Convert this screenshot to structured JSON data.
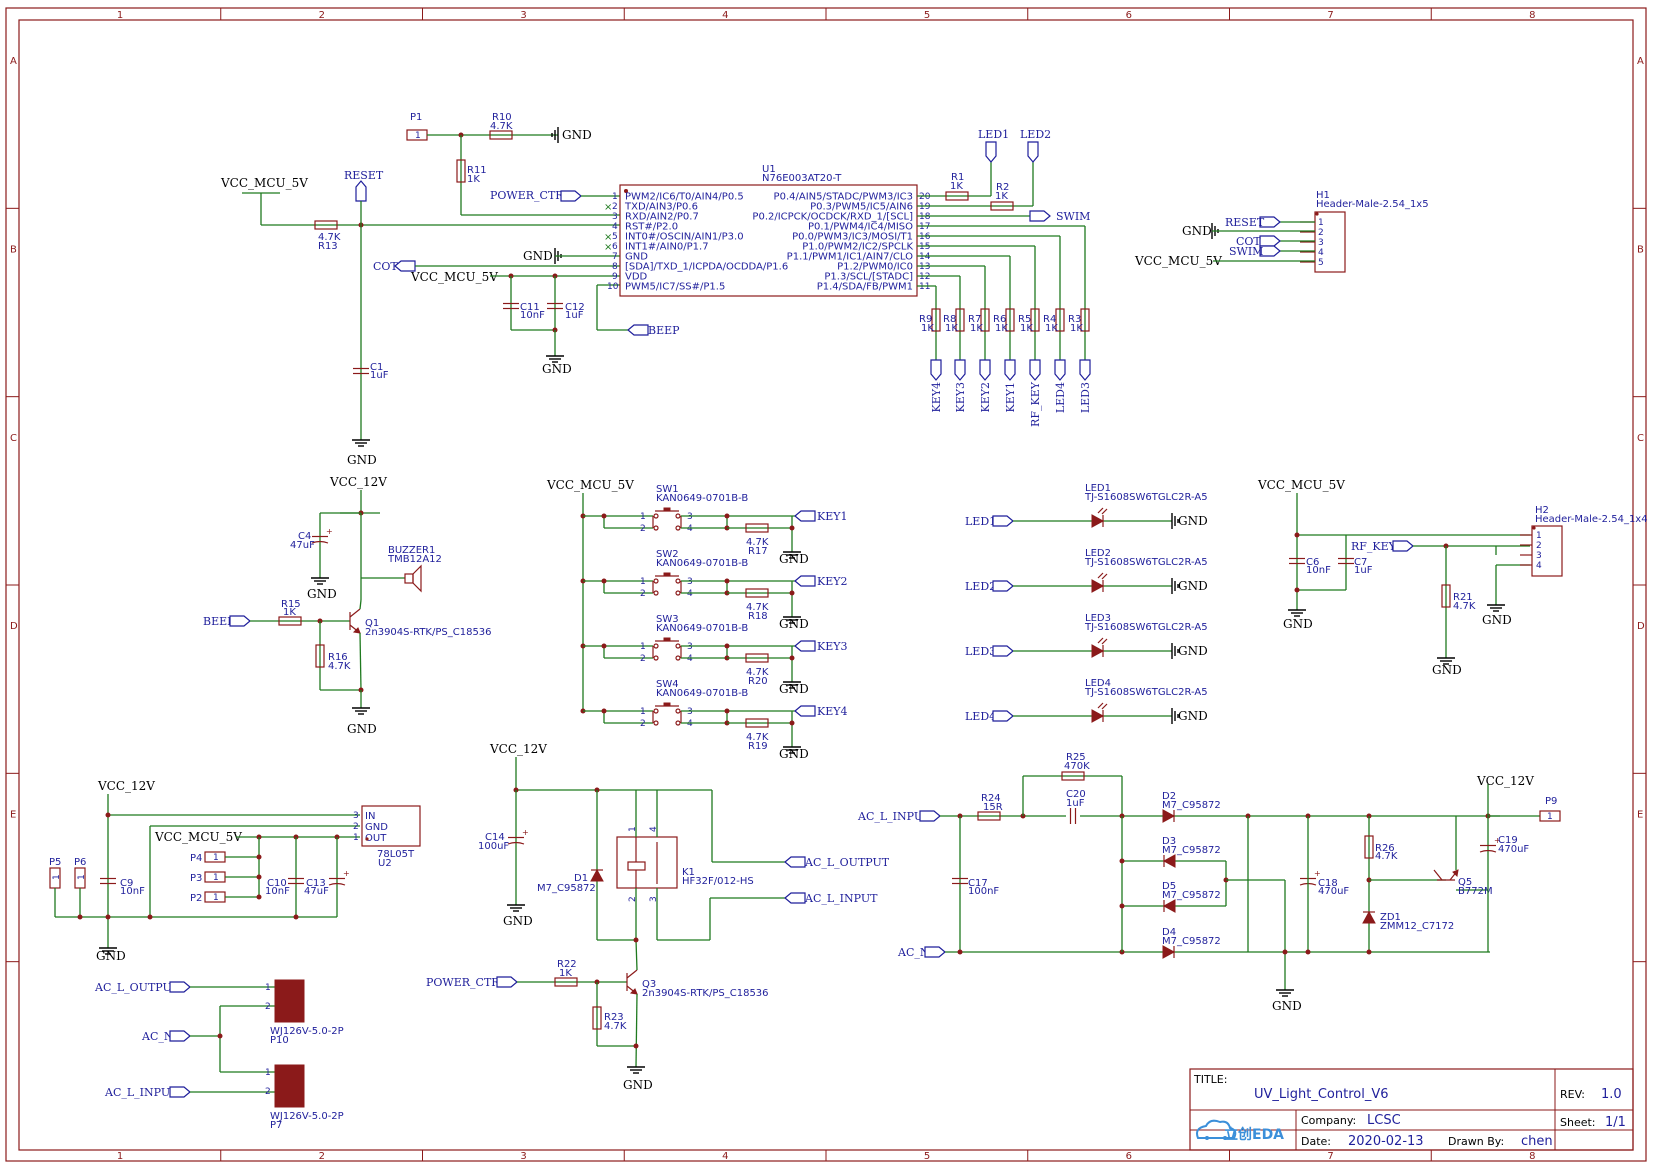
{
  "drawing": {
    "frame_columns": [
      "1",
      "2",
      "3",
      "4",
      "5",
      "6",
      "7",
      "8"
    ],
    "frame_rows": [
      "A",
      "B",
      "C",
      "D",
      "E"
    ]
  },
  "nets": {
    "vcc5": "VCC_MCU_5V",
    "vcc12": "VCC_12V",
    "gnd": "GND",
    "reset": "RESET",
    "power_ctrl": "POWER_CTRL",
    "cot": "COT",
    "beep": "BEEP",
    "swim": "SWIM",
    "led1": "LED1",
    "led2": "LED2",
    "led3": "LED3",
    "led4": "LED4",
    "key1": "KEY1",
    "key2": "KEY2",
    "key3": "KEY3",
    "key4": "KEY4",
    "rf_key": "RF_KEY",
    "ac_l_output": "AC_L_OUTPUT",
    "ac_l_input": "AC_L_INPUT",
    "ac_n": "AC_N"
  },
  "mcu": {
    "ref": "U1",
    "part": "N76E003AT20-T",
    "left_pins": [
      {
        "num": "1",
        "name": "PWM2/IC6/T0/AIN4/P0.5"
      },
      {
        "num": "2",
        "name": "TXD/AIN3/P0.6"
      },
      {
        "num": "3",
        "name": "RXD/AIN2/P0.7"
      },
      {
        "num": "4",
        "name": "RST#/P2.0"
      },
      {
        "num": "5",
        "name": "INT0#/OSCIN/AIN1/P3.0"
      },
      {
        "num": "6",
        "name": "INT1#/AIN0/P1.7"
      },
      {
        "num": "7",
        "name": "GND"
      },
      {
        "num": "8",
        "name": "[SDA]/TXD_1/ICPDA/OCDDA/P1.6"
      },
      {
        "num": "9",
        "name": "VDD"
      },
      {
        "num": "10",
        "name": "PWM5/IC7/SS#/P1.5"
      }
    ],
    "right_pins": [
      {
        "num": "20",
        "name": "P0.4/AIN5/STADC/PWM3/IC3"
      },
      {
        "num": "19",
        "name": "P0.3/PWM5/IC5/AIN6"
      },
      {
        "num": "18",
        "name": "P0.2/ICPCK/OCDCK/RXD_1/[SCL]"
      },
      {
        "num": "17",
        "name": "P0.1/PWM4/IC4/MISO"
      },
      {
        "num": "16",
        "name": "P0.0/PWM3/IC3/MOSI/T1"
      },
      {
        "num": "15",
        "name": "P1.0/PWM2/IC2/SPCLK"
      },
      {
        "num": "14",
        "name": "P1.1/PWM1/IC1/AIN7/CLO"
      },
      {
        "num": "13",
        "name": "P1.2/PWM0/IC0"
      },
      {
        "num": "12",
        "name": "P1.3/SCL/[STADC]"
      },
      {
        "num": "11",
        "name": "P1.4/SDA/FB/PWM1"
      }
    ]
  },
  "mcu_section": {
    "p1": {
      "ref": "P1",
      "pin": "1"
    },
    "r10": {
      "ref": "R10",
      "val": "4.7K"
    },
    "r11": {
      "ref": "R11",
      "val": "1K"
    },
    "r13": {
      "ref": "R13",
      "val": "4.7K"
    },
    "c1": {
      "ref": "C1",
      "val": "1uF"
    },
    "c11": {
      "ref": "C11",
      "val": "10nF"
    },
    "c12": {
      "ref": "C12",
      "val": "1uF"
    },
    "r1": {
      "ref": "R1",
      "val": "1K"
    },
    "r2": {
      "ref": "R2",
      "val": "1K"
    },
    "pulls": [
      {
        "ref": "R9",
        "val": "1K",
        "net": "KEY4"
      },
      {
        "ref": "R8",
        "val": "1K",
        "net": "KEY3"
      },
      {
        "ref": "R7",
        "val": "1K",
        "net": "KEY2"
      },
      {
        "ref": "R6",
        "val": "1K",
        "net": "KEY1"
      },
      {
        "ref": "R5",
        "val": "1K",
        "net": "RF_KEY"
      },
      {
        "ref": "R4",
        "val": "1K",
        "net": "LED4"
      },
      {
        "ref": "R3",
        "val": "1K",
        "net": "LED3"
      }
    ]
  },
  "h1": {
    "ref": "H1",
    "part": "Header-Male-2.54_1x5",
    "pins": [
      "1",
      "2",
      "3",
      "4",
      "5"
    ]
  },
  "h2": {
    "ref": "H2",
    "part": "Header-Male-2.54_1x4",
    "pins": [
      "1",
      "2",
      "3",
      "4"
    ],
    "c6": {
      "ref": "C6",
      "val": "10nF"
    },
    "c7": {
      "ref": "C7",
      "val": "1uF"
    },
    "r21": {
      "ref": "R21",
      "val": "4.7K"
    }
  },
  "buzzer": {
    "c4": {
      "ref": "C4",
      "val": "47uF"
    },
    "bz": {
      "ref": "BUZZER1",
      "part": "TMB12A12"
    },
    "r15": {
      "ref": "R15",
      "val": "1K"
    },
    "r16": {
      "ref": "R16",
      "val": "4.7K"
    },
    "q1": {
      "ref": "Q1",
      "part": "2n3904S-RTK/PS_C18536"
    }
  },
  "switches": [
    {
      "ref": "SW1",
      "part": "KAN0649-0701B-B",
      "r_ref": "R17",
      "r_val": "4.7K",
      "net": "KEY1"
    },
    {
      "ref": "SW2",
      "part": "KAN0649-0701B-B",
      "r_ref": "R18",
      "r_val": "4.7K",
      "net": "KEY2"
    },
    {
      "ref": "SW3",
      "part": "KAN0649-0701B-B",
      "r_ref": "R20",
      "r_val": "4.7K",
      "net": "KEY3"
    },
    {
      "ref": "SW4",
      "part": "KAN0649-0701B-B",
      "r_ref": "R19",
      "r_val": "4.7K",
      "net": "KEY4"
    }
  ],
  "sw_pins": [
    "1",
    "2",
    "3",
    "4"
  ],
  "leds": [
    {
      "ref": "LED1",
      "part": "TJ-S1608SW6TGLC2R-A5",
      "net": "LED1"
    },
    {
      "ref": "LED2",
      "part": "TJ-S1608SW6TGLC2R-A5",
      "net": "LED2"
    },
    {
      "ref": "LED3",
      "part": "TJ-S1608SW6TGLC2R-A5",
      "net": "LED3"
    },
    {
      "ref": "LED4",
      "part": "TJ-S1608SW6TGLC2R-A5",
      "net": "LED4"
    }
  ],
  "regulator": {
    "ref": "U2",
    "part": "78L05T",
    "pins": [
      {
        "num": "3",
        "name": "IN"
      },
      {
        "num": "2",
        "name": "GND"
      },
      {
        "num": "1",
        "name": "OUT"
      }
    ],
    "c9": {
      "ref": "C9",
      "val": "10nF"
    },
    "c10": {
      "ref": "C10",
      "val": "10nF"
    },
    "c13": {
      "ref": "C13",
      "val": "47uF"
    },
    "p5": "P5",
    "p6": "P6",
    "p4": "P4",
    "p3": "P3",
    "p2": "P2",
    "pin1": "1"
  },
  "relay": {
    "c14": {
      "ref": "C14",
      "val": "100uF"
    },
    "d1": {
      "ref": "D1",
      "part": "M7_C95872"
    },
    "k1": {
      "ref": "K1",
      "part": "HF32F/012-HS"
    },
    "pins": [
      "1",
      "4",
      "2",
      "3"
    ],
    "r22": {
      "ref": "R22",
      "val": "1K"
    },
    "r23": {
      "ref": "R23",
      "val": "4.7K"
    },
    "q3": {
      "ref": "Q3",
      "part": "2n3904S-RTK/PS_C18536"
    }
  },
  "terminals": [
    {
      "ref": "P10",
      "part": "WJ126V-5.0-2P"
    },
    {
      "ref": "P7",
      "part": "WJ126V-5.0-2P"
    }
  ],
  "terminal_pins": [
    "1",
    "2"
  ],
  "psu": {
    "r25": {
      "ref": "R25",
      "val": "470K"
    },
    "r24": {
      "ref": "R24",
      "val": "15R"
    },
    "c20": {
      "ref": "C20",
      "val": "1uF"
    },
    "c17": {
      "ref": "C17",
      "val": "100nF"
    },
    "d2": {
      "ref": "D2",
      "part": "M7_C95872"
    },
    "d3": {
      "ref": "D3",
      "part": "M7_C95872"
    },
    "d5": {
      "ref": "D5",
      "part": "M7_C95872"
    },
    "d4": {
      "ref": "D4",
      "part": "M7_C95872"
    },
    "c18": {
      "ref": "C18",
      "val": "470uF"
    },
    "r26": {
      "ref": "R26",
      "val": "4.7K"
    },
    "zd1": {
      "ref": "ZD1",
      "part": "ZMM12_C7172"
    },
    "q5": {
      "ref": "Q5",
      "part": "B772M"
    },
    "c19": {
      "ref": "C19",
      "val": "470uF"
    },
    "p9": {
      "ref": "P9",
      "pin": "1"
    }
  },
  "title_block": {
    "title_label": "TITLE:",
    "title": "UV_Light_Control_V6",
    "rev_label": "REV:",
    "rev": "1.0",
    "company_label": "Company:",
    "company": "LCSC",
    "sheet_label": "Sheet:",
    "sheet": "1/1",
    "date_label": "Date:",
    "date": "2020-02-13",
    "drawn_label": "Drawn By:",
    "drawn": "chen",
    "logo_text": "立创EDA"
  },
  "colors": {
    "frame": "#8b1a1a",
    "wire": "#1f7a1f",
    "label": "#1f1f9b",
    "component": "#8b1a1a"
  }
}
